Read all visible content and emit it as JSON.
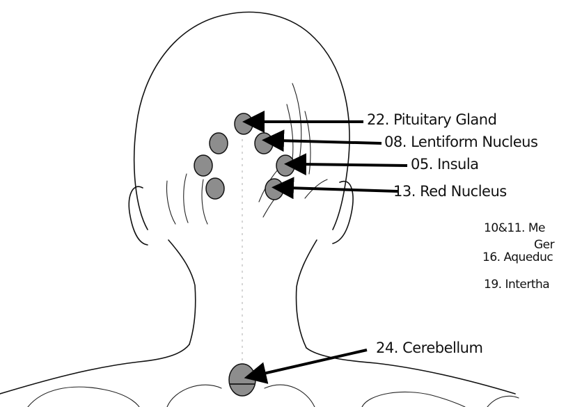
{
  "labels": {
    "pituitary": "22. Pituitary Gland",
    "lentiform": "08. Lentiform Nucleus",
    "insula": "05. Insula",
    "red_nucleus": "13. Red Nucleus",
    "mesencephalon": "10&11. Me",
    "geniculate": "Ger",
    "aqueduct": "16. Aqueduc",
    "interthalamic": "19. Intertha",
    "cerebellum": "24. Cerebellum"
  },
  "colors": {
    "point_fill": "#8d8d8d",
    "line": "#000000",
    "background": "#ffffff"
  }
}
